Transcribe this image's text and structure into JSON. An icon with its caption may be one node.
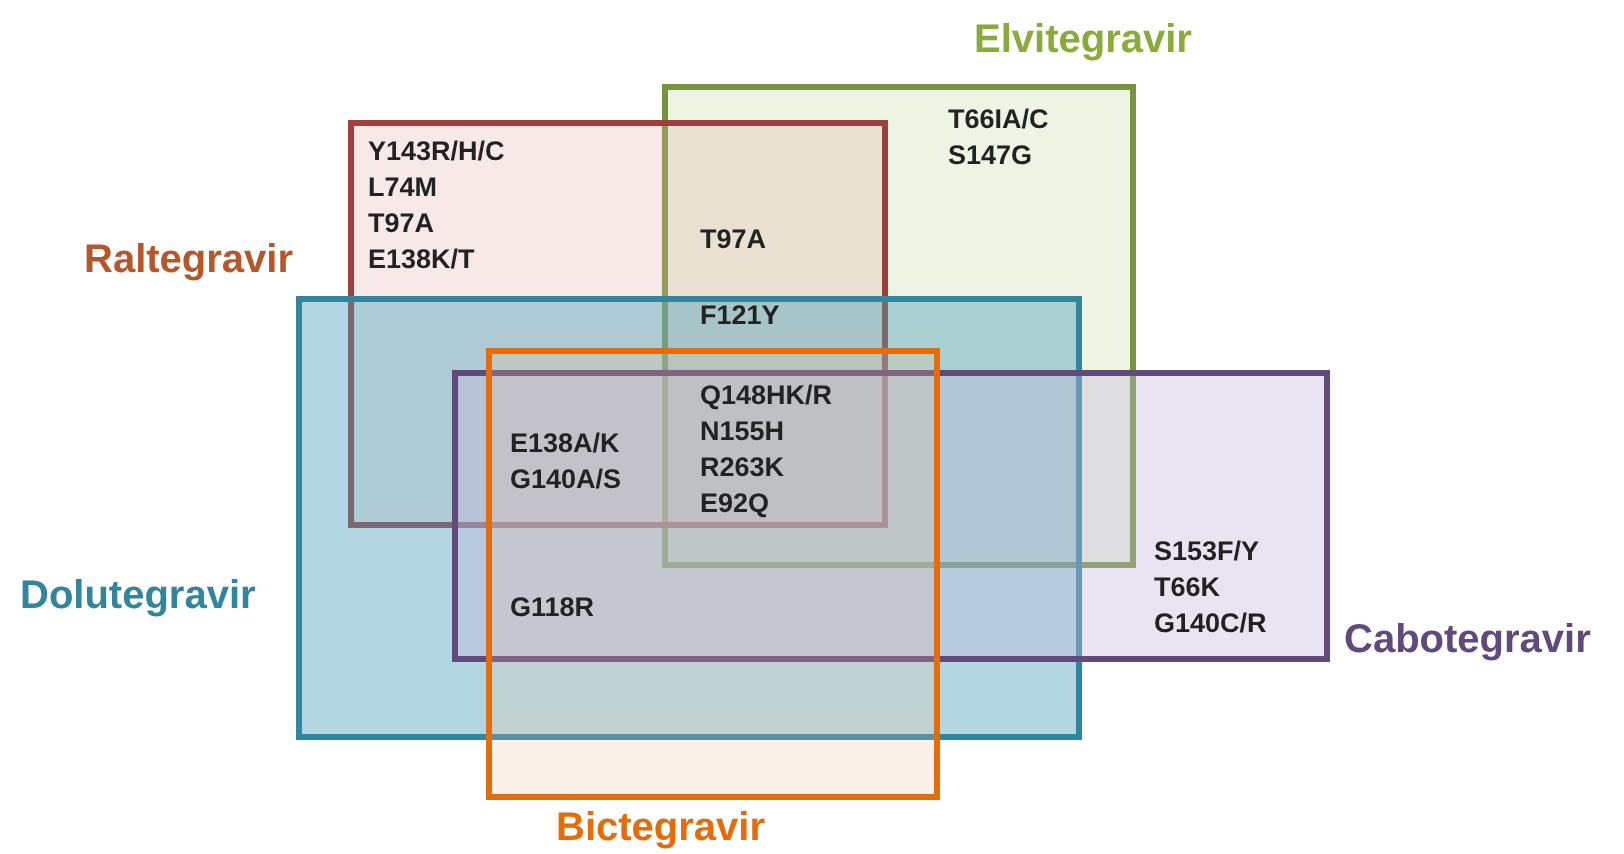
{
  "diagram": {
    "nodes": [
      {
        "text": [
          "Elvitegravir"
        ]
      },
      {
        "text": [
          "Raltegravir"
        ]
      },
      {
        "text": [
          "Dolutegravir"
        ]
      },
      {
        "text": [
          "Bictegravir"
        ]
      },
      {
        "text": [
          "Cabotegravir"
        ]
      }
    ],
    "labels": [
      "T66IA/C",
      "S147G",
      "Y143R/H/C",
      "L74M",
      "T97A",
      "E138K/T",
      "T97A",
      "F121Y",
      "Q148HK/R",
      "N155H",
      "R263K",
      "E92Q",
      "E138A/K",
      "G140A/S",
      "G118R",
      "S153F/Y",
      "T66K",
      "G140C/R"
    ]
  }
}
